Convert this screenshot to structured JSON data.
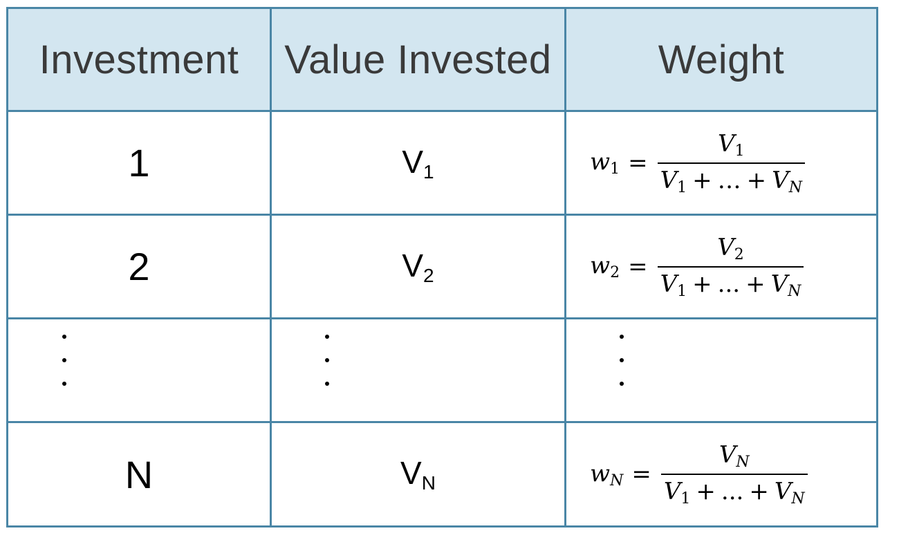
{
  "table": {
    "headers": [
      "Investment",
      "Value Invested",
      "Weight"
    ],
    "rows": [
      {
        "investment": "1",
        "value_main": "V",
        "value_sub": "1",
        "weight": {
          "lhs": "w",
          "lhs_sub": "1",
          "eq": "=",
          "num": "V",
          "num_sub": "1",
          "den_a": "V",
          "den_a_sub": "1",
          "plus1": "+",
          "mid": "…",
          "plus2": "+",
          "den_b": "V",
          "den_b_sub": "N"
        }
      },
      {
        "investment": "2",
        "value_main": "V",
        "value_sub": "2",
        "weight": {
          "lhs": "w",
          "lhs_sub": "2",
          "eq": "=",
          "num": "V",
          "num_sub": "2",
          "den_a": "V",
          "den_a_sub": "1",
          "plus1": "+",
          "mid": "...",
          "plus2": "+",
          "den_b": "V",
          "den_b_sub": "N"
        }
      },
      {
        "investment": "N",
        "value_main": "V",
        "value_sub": "N",
        "weight": {
          "lhs": "w",
          "lhs_sub": "N",
          "eq": "=",
          "num": "V",
          "num_sub": "N",
          "den_a": "V",
          "den_a_sub": "1",
          "plus1": "+",
          "mid": "...",
          "plus2": "+",
          "den_b": "V",
          "den_b_sub": "N"
        }
      }
    ]
  },
  "colors": {
    "border": "#4a86a6",
    "header_bg": "#d3e6f0",
    "header_text": "#3a3a3a"
  }
}
